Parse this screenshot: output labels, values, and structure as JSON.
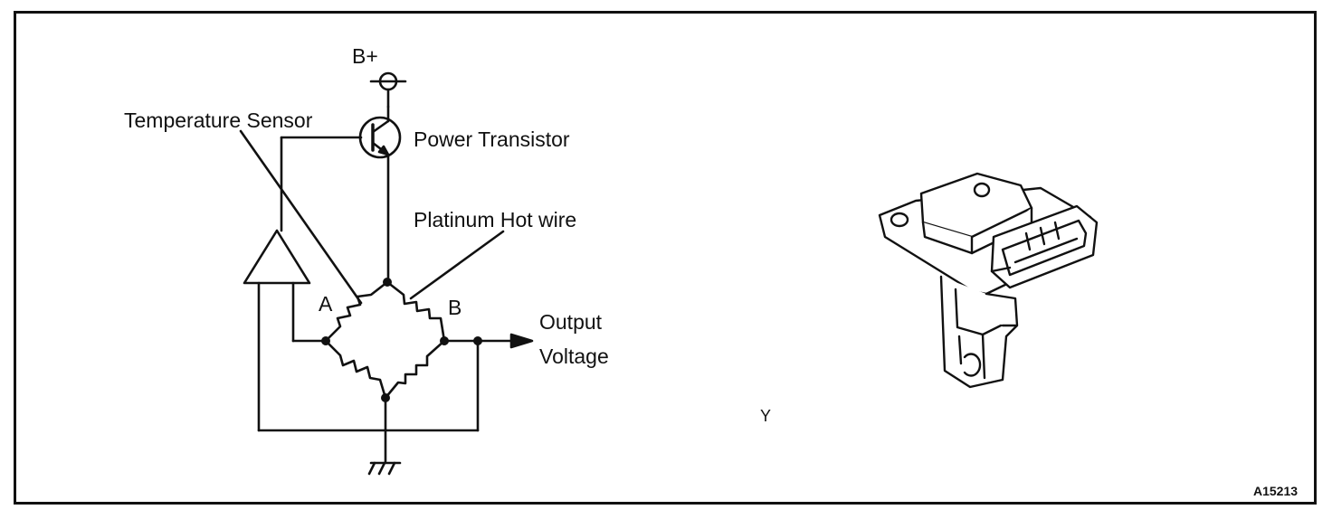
{
  "labels": {
    "b_plus": "B+",
    "temperature_sensor": "Temperature Sensor",
    "power_transistor": "Power Transistor",
    "platinum_hot_wire": "Platinum Hot wire",
    "node_a": "A",
    "node_b": "B",
    "output_line1": "Output",
    "output_line2": "Voltage",
    "part_letter": "Y",
    "figure_code": "A15213"
  },
  "colors": {
    "ink": "#111111",
    "background": "#ffffff"
  }
}
